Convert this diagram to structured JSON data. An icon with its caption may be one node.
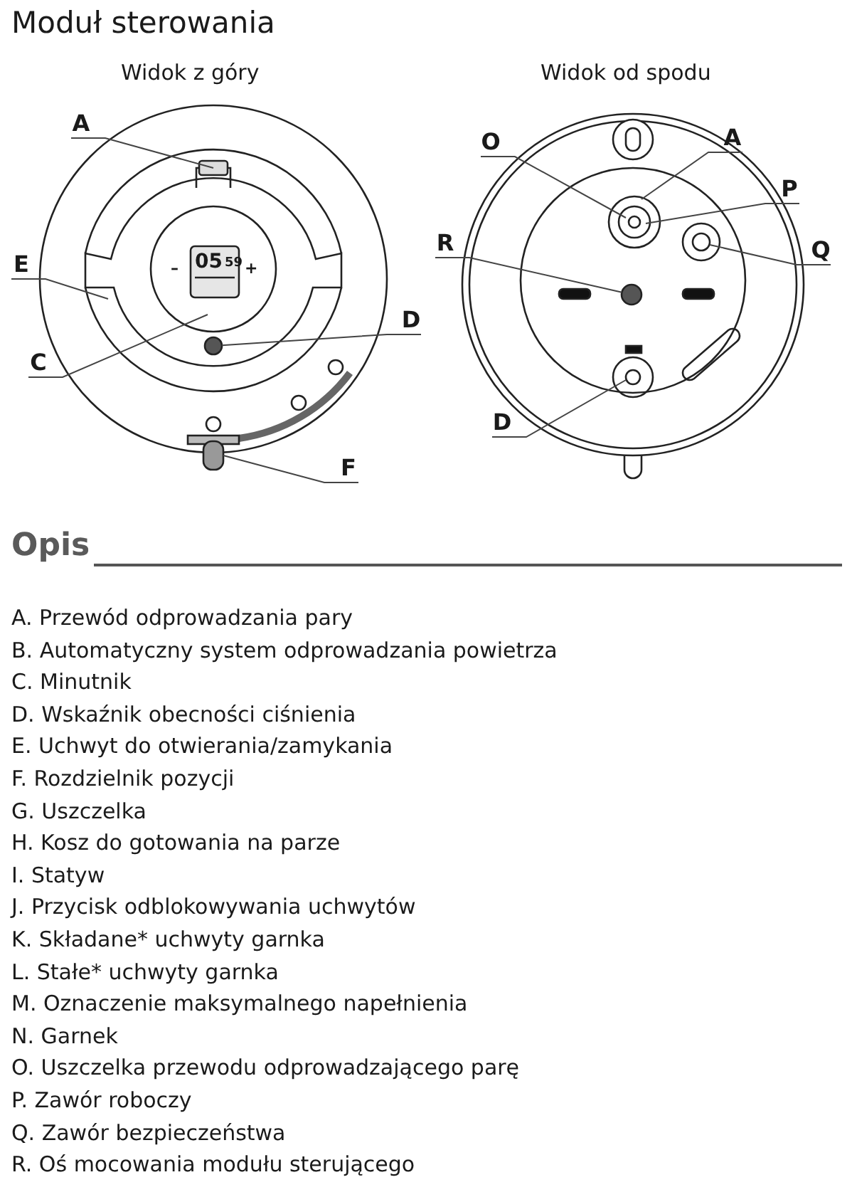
{
  "diagram": {
    "title": "Moduł sterowania",
    "nodes": [
      {
        "text": [
          "A"
        ]
      },
      {
        "text": [
          "E"
        ]
      },
      {
        "text": [
          "C"
        ]
      },
      {
        "text": [
          "D"
        ]
      },
      {
        "text": [
          "F"
        ]
      },
      {
        "text": [
          "O"
        ]
      },
      {
        "text": [
          "A"
        ]
      },
      {
        "text": [
          "P"
        ]
      },
      {
        "text": [
          "R"
        ]
      },
      {
        "text": [
          "Q"
        ]
      },
      {
        "text": [
          "D"
        ]
      },
      {
        "text": [],
        "shape": "circle"
      },
      {
        "text": [],
        "shape": "box"
      },
      {
        "text": [],
        "shape": "circle"
      }
    ],
    "edges": [
      {
        "from": 0,
        "to": null,
        "arrow": "none"
      },
      {
        "from": 1,
        "to": null,
        "arrow": "none"
      },
      {
        "from": 2,
        "to": null,
        "arrow": "none"
      },
      {
        "from": 3,
        "to": 11,
        "arrow": "none"
      },
      {
        "from": 4,
        "to": 12,
        "arrow": "none"
      },
      {
        "from": 5,
        "to": null,
        "arrow": "none"
      },
      {
        "from": 6,
        "to": null,
        "arrow": "none"
      },
      {
        "from": 7,
        "to": null,
        "arrow": "none"
      },
      {
        "from": 8,
        "to": 13,
        "arrow": "none"
      },
      {
        "from": 9,
        "to": null,
        "arrow": "none"
      },
      {
        "from": 10,
        "to": null,
        "arrow": "none"
      }
    ],
    "labels": [
      "Widok z góry",
      "Widok od spodu",
      "–",
      "05",
      "59",
      "+",
      "Opis",
      "A. Przewód odprowadzania pary",
      "B. Automatyczny system odprowadzania powietrza",
      "C. Minutnik",
      "D. Wskaźnik obecności ciśnienia",
      "E. Uchwyt do otwierania/zamykania",
      "F. Rozdzielnik pozycji",
      "G. Uszczelka",
      "H. Kosz do gotowania na parze",
      "I. Statyw",
      "J. Przycisk odblokowywania uchwytów",
      "K. Składane* uchwyty garnka",
      "L. Stałe* uchwyty garnka",
      "M. Oznaczenie maksymalnego napełnienia",
      "N. Garnek",
      "O. Uszczelka przewodu odprowadzającego parę",
      "P. Zawór roboczy",
      "Q. Zawór bezpieczeństwa",
      "R. Oś mocowania modułu sterującego"
    ]
  }
}
